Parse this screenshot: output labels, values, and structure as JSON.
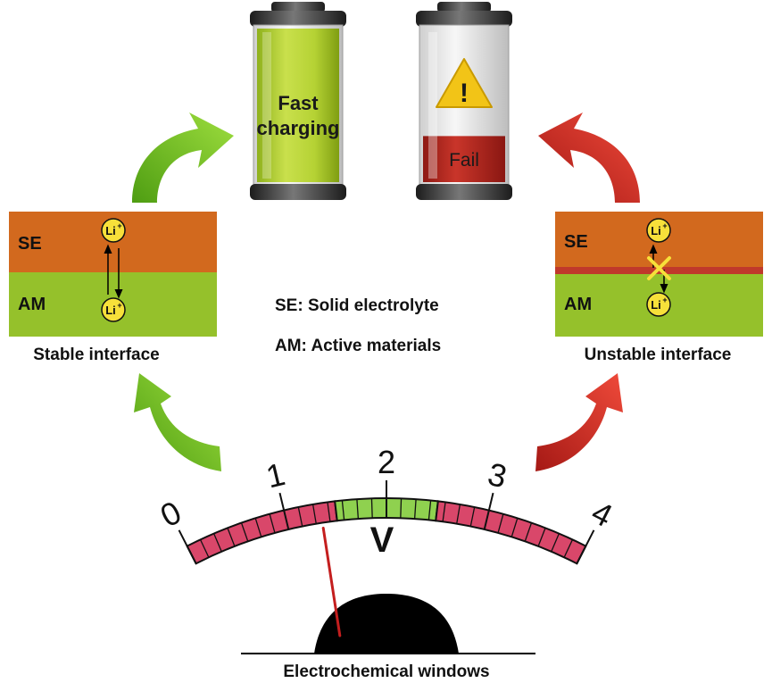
{
  "batteries": {
    "good": {
      "line1": "Fast",
      "line2": "charging",
      "level": 1.0
    },
    "bad": {
      "label": "Fail",
      "warning_symbol": "!",
      "level": 0.3
    }
  },
  "panels": {
    "left": {
      "se_label": "SE",
      "am_label": "AM",
      "ion_label": "Li",
      "ion_charge": "+",
      "caption": "Stable interface"
    },
    "right": {
      "se_label": "SE",
      "am_label": "AM",
      "ion_label": "Li",
      "ion_charge": "+",
      "caption": "Unstable interface"
    }
  },
  "legend": {
    "se": "SE: Solid electrolyte",
    "am": "AM: Active materials"
  },
  "gauge": {
    "scale": [
      "0",
      "1",
      "2",
      "3",
      "4"
    ],
    "unit": "V",
    "stable_range": [
      1.5,
      2.5
    ],
    "needle_value": 1.35,
    "caption": "Electrochemical windows"
  },
  "colors": {
    "se": "#d2691e",
    "am": "#95c12b",
    "interphase": "#c0392b",
    "good_arrow": "#6dbf1f",
    "bad_arrow": "#d63029",
    "gauge_red": "#d9476a",
    "gauge_green": "#8fd14f"
  }
}
